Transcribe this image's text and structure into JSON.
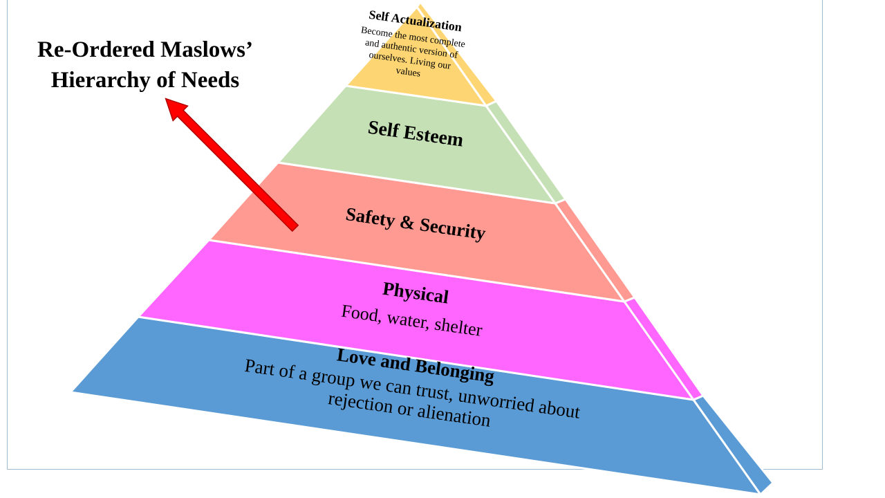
{
  "title": {
    "line1": "Re-Ordered Maslows’",
    "line2": "Hierarchy of  Needs"
  },
  "levels": [
    {
      "name": "Self Actualization",
      "description": [
        "Become the most complete",
        "and authentic version of",
        "ourselves.  Living our",
        "values"
      ],
      "color": "#fdd673"
    },
    {
      "name": "Self  Esteem",
      "description": [],
      "color": "#c6e0b5"
    },
    {
      "name": "Safety & Security",
      "description": [],
      "color": "#ff9a92"
    },
    {
      "name": "Physical",
      "description": [
        "Food, water, shelter"
      ],
      "color": "#ff66ff"
    },
    {
      "name": "Love and Belonging",
      "description": [
        "Part of  a group we can trust, unworried about",
        "rejection or alienation"
      ],
      "color": "#5b9bd5"
    }
  ],
  "arrow_color": "#ff0000"
}
